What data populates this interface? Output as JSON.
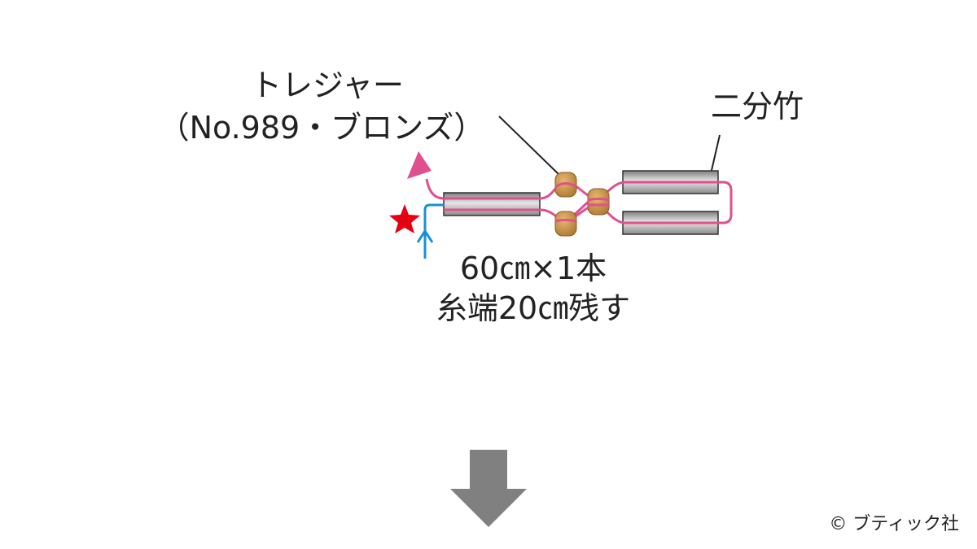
{
  "labels": {
    "treasure_line1": "トレジャー",
    "treasure_line2": "（No.989・ブロンズ）",
    "bamboo": "二分竹",
    "length_line1": "60㎝×1本",
    "length_line2": "糸端20㎝残す"
  },
  "copyright": "© ブティック社",
  "colors": {
    "thread": "#e0508f",
    "thread_end": "#1a8fd6",
    "start_star": "#e60012",
    "bead": "#c48a3e",
    "bamboo_bead": "#9a9a9a",
    "arrow": "#808080"
  },
  "icons": {
    "start": "star-icon",
    "direction": "down-arrow-icon"
  }
}
